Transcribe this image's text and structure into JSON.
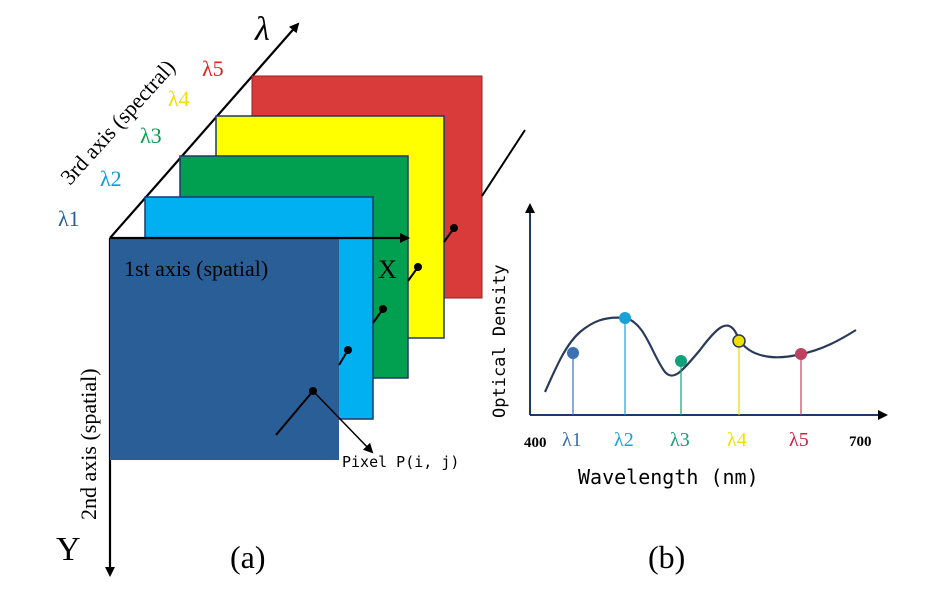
{
  "panel_a": {
    "axis_lambda": "λ",
    "axis_x": "X",
    "axis_y": "Y",
    "axis_spectral": "3rd axis (spectral)",
    "axis_spatial_1": "1st axis (spatial)",
    "axis_spatial_2": "2nd axis (spatial)",
    "pixel_label": "Pixel P(i, j)",
    "caption": "(a)",
    "bands": [
      {
        "label": "λ1",
        "color": "#2a5e96"
      },
      {
        "label": "λ2",
        "color": "#00b0f0"
      },
      {
        "label": "λ3",
        "color": "#00a050"
      },
      {
        "label": "λ4",
        "color": "#ffff00"
      },
      {
        "label": "λ5",
        "color": "#e03a3a"
      }
    ]
  },
  "panel_b": {
    "ylabel": "Optical Density",
    "xlabel": "Wavelength (nm)",
    "x_min_label": "400",
    "x_max_label": "700",
    "caption": "(b)",
    "markers": [
      {
        "label": "λ1",
        "color": "#3a6fb0"
      },
      {
        "label": "λ2",
        "color": "#1aa0d8"
      },
      {
        "label": "λ3",
        "color": "#12a07a"
      },
      {
        "label": "λ4",
        "color": "#f0e000"
      },
      {
        "label": "λ5",
        "color": "#c04060"
      }
    ]
  }
}
